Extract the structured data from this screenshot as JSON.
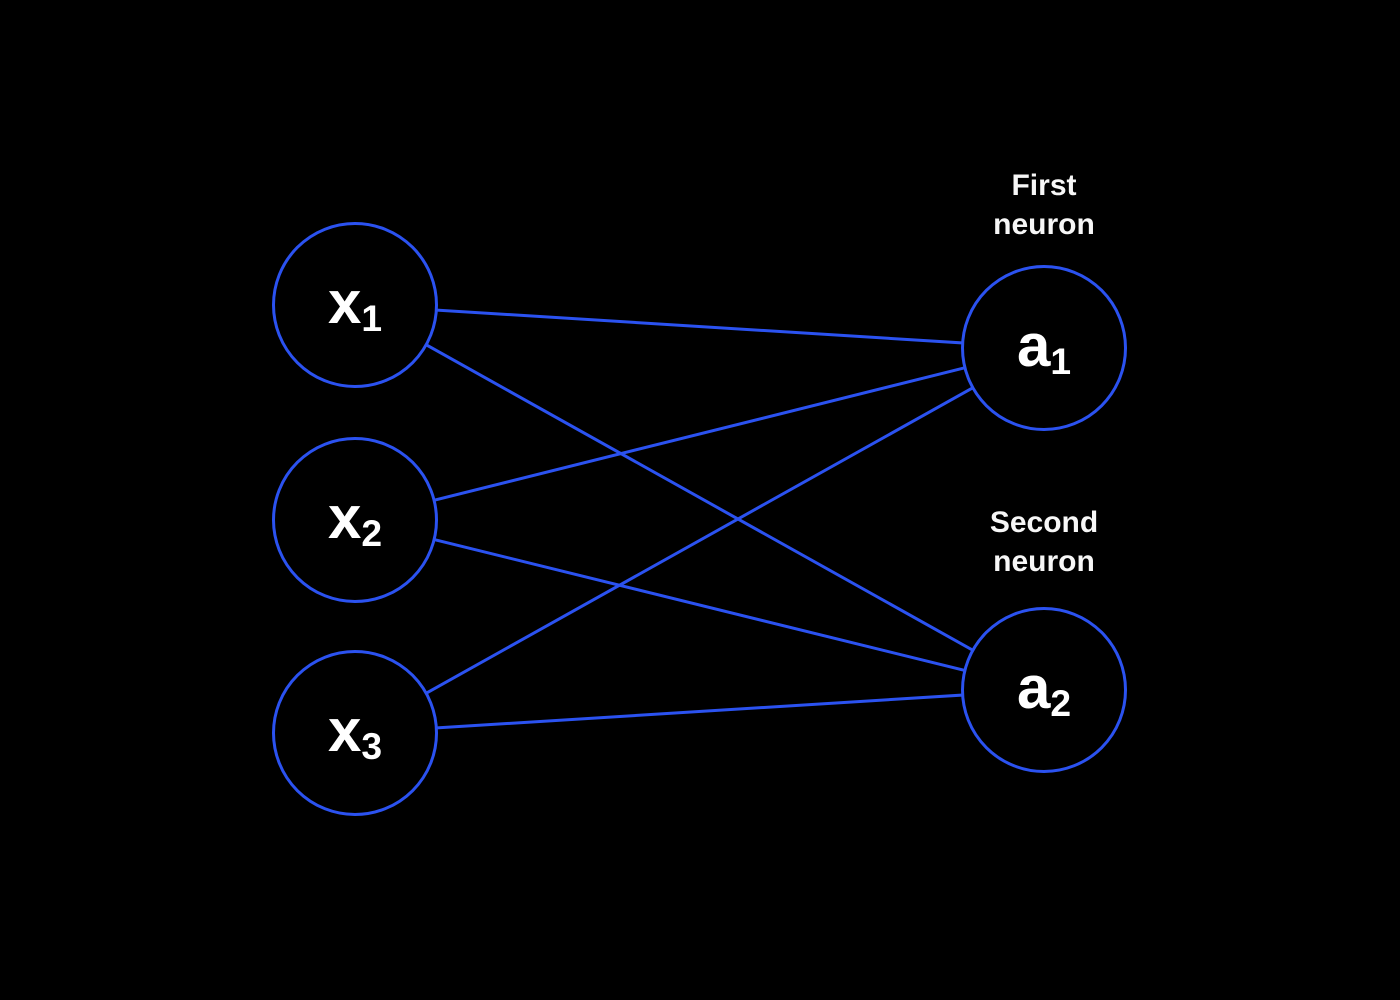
{
  "diagram": {
    "type": "neural-network",
    "background_color": "#000000",
    "accent_color": "#2b52f0",
    "text_color": "#ffffff",
    "nodes": {
      "x1": {
        "base": "x",
        "sub": "1"
      },
      "x2": {
        "base": "x",
        "sub": "2"
      },
      "x3": {
        "base": "x",
        "sub": "3"
      },
      "a1": {
        "base": "a",
        "sub": "1"
      },
      "a2": {
        "base": "a",
        "sub": "2"
      }
    },
    "annotations": {
      "first_neuron": [
        "First",
        "neuron"
      ],
      "second_neuron": [
        "Second",
        "neuron"
      ]
    },
    "edges": [
      [
        "x1",
        "a1"
      ],
      [
        "x1",
        "a2"
      ],
      [
        "x2",
        "a1"
      ],
      [
        "x2",
        "a2"
      ],
      [
        "x3",
        "a1"
      ],
      [
        "x3",
        "a2"
      ]
    ]
  }
}
